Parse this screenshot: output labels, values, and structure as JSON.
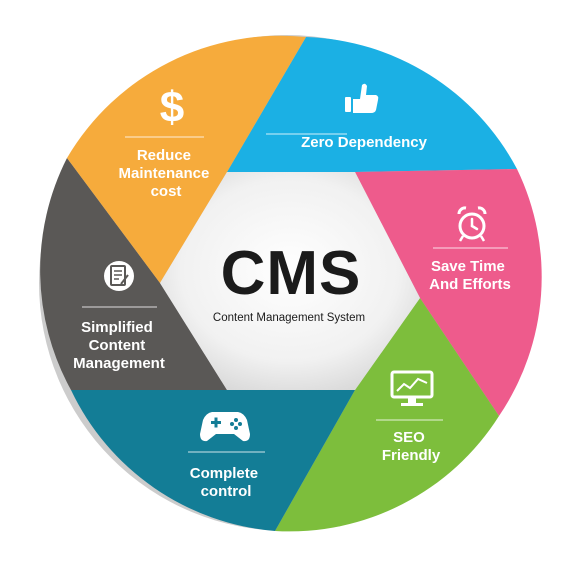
{
  "title": "CMS",
  "subtitle": "Content Management System",
  "segments": [
    {
      "id": "zero-dependency",
      "lines": [
        "Zero Dependency"
      ],
      "icon": "thumbs-up-icon",
      "color": "#1BB0E4"
    },
    {
      "id": "save-time",
      "lines": [
        "Save Time",
        "And Efforts"
      ],
      "icon": "alarm-clock-icon",
      "color": "#EE5B8C"
    },
    {
      "id": "seo-friendly",
      "lines": [
        "SEO",
        "Friendly"
      ],
      "icon": "monitor-chart-icon",
      "color": "#7DBE3C"
    },
    {
      "id": "complete-control",
      "lines": [
        "Complete",
        "control"
      ],
      "icon": "gamepad-icon",
      "color": "#137D96"
    },
    {
      "id": "simplified-content",
      "lines": [
        "Simplified",
        "Content",
        "Management"
      ],
      "icon": "document-icon",
      "color": "#5A5856"
    },
    {
      "id": "reduce-maintenance",
      "lines": [
        "Reduce",
        "Maintenance",
        "cost"
      ],
      "icon": "dollar-icon",
      "color": "#F6AB3C"
    }
  ],
  "icon_glyphs": {
    "dollar": "$"
  }
}
